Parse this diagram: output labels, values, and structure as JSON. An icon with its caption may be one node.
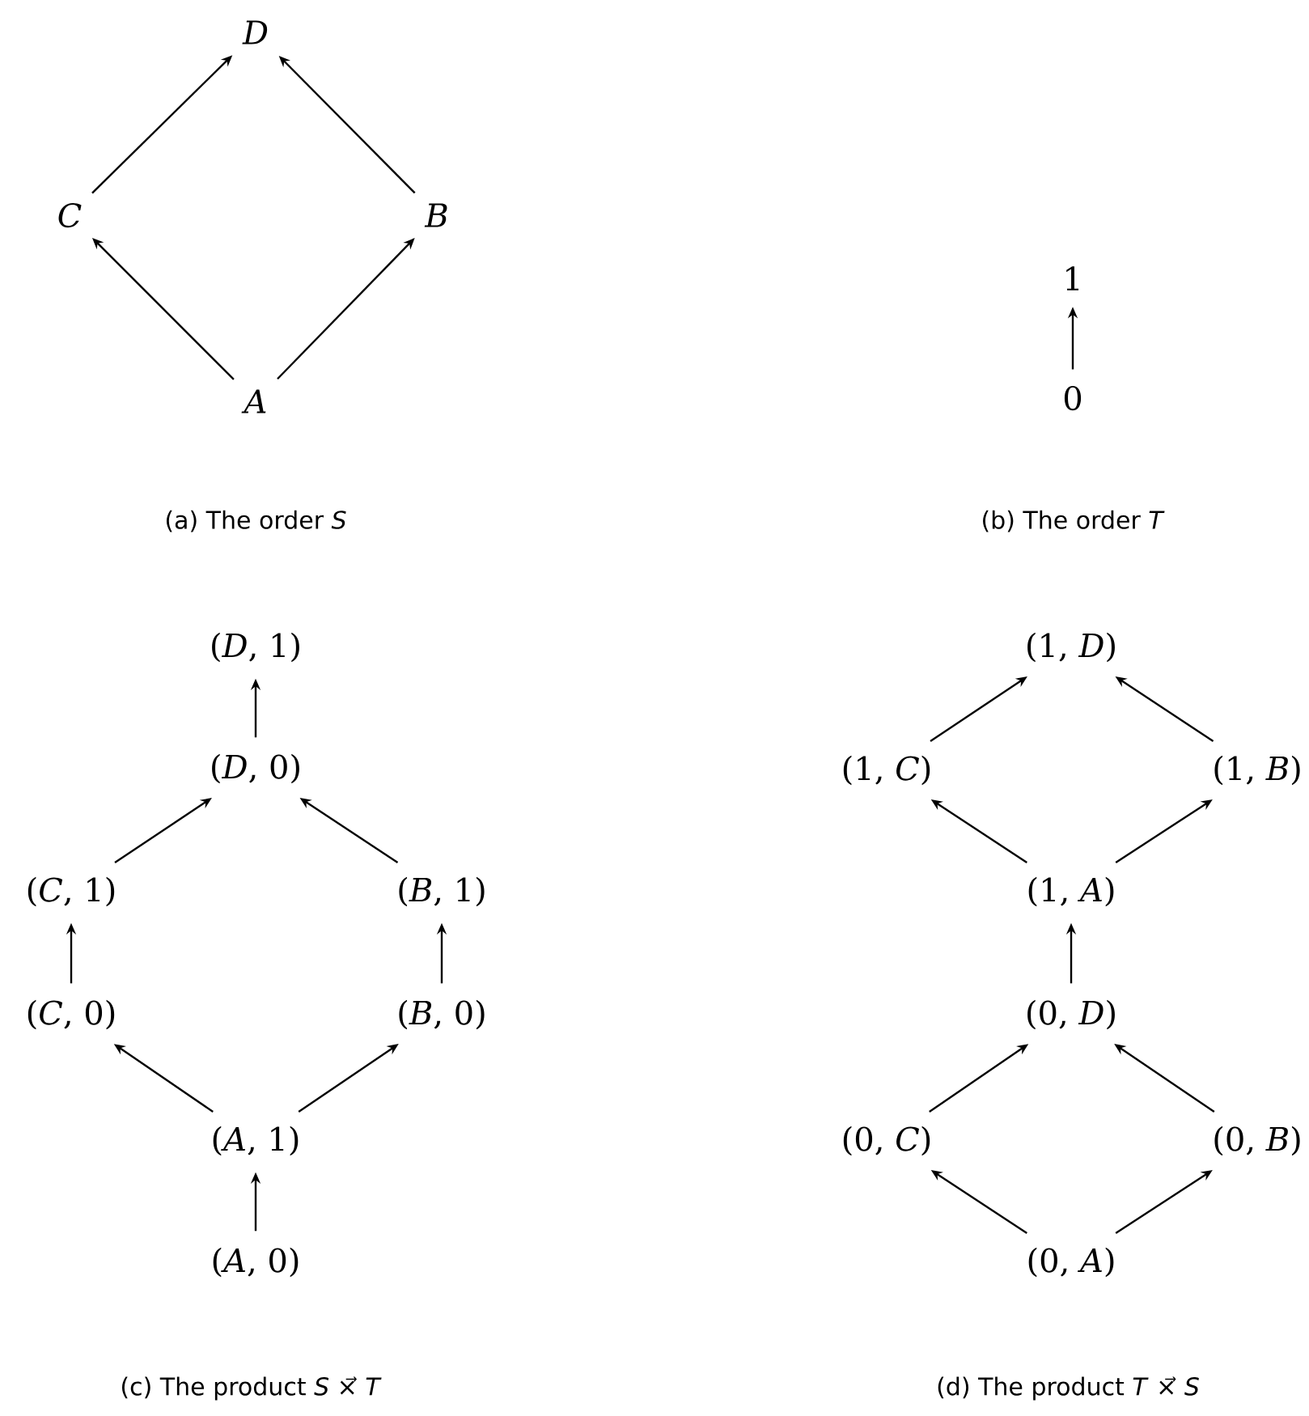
{
  "diagram": {
    "nodes": [
      {
        "text": [
          "D"
        ]
      },
      {
        "text": [
          "C"
        ]
      },
      {
        "text": [
          "B"
        ]
      },
      {
        "text": [
          "A"
        ]
      },
      {
        "text": [
          "1"
        ]
      },
      {
        "text": [
          "0"
        ]
      },
      {
        "text": [
          "(*D*, 1)"
        ]
      },
      {
        "text": [
          "(*D*, 0)"
        ]
      },
      {
        "text": [
          "(*C*, 1)"
        ]
      },
      {
        "text": [
          "(*B*, 1)"
        ]
      },
      {
        "text": [
          "(*C*, 0)"
        ]
      },
      {
        "text": [
          "(*B*, 0)"
        ]
      },
      {
        "text": [
          "(*A*, 1)"
        ]
      },
      {
        "text": [
          "(*A*, 0)"
        ]
      },
      {
        "text": [
          "(1, *D*)"
        ]
      },
      {
        "text": [
          "(1, *C*)"
        ]
      },
      {
        "text": [
          "(1, *B*)"
        ]
      },
      {
        "text": [
          "(1, *A*)"
        ]
      },
      {
        "text": [
          "(0, *D*)"
        ]
      },
      {
        "text": [
          "(0, *C*)"
        ]
      },
      {
        "text": [
          "(0, *B*)"
        ]
      },
      {
        "text": [
          "(0, *A*)"
        ]
      }
    ],
    "edges": [
      {
        "from": 3,
        "to": 1,
        "arrow": "to"
      },
      {
        "from": 3,
        "to": 2,
        "arrow": "to"
      },
      {
        "from": 1,
        "to": 0,
        "arrow": "to"
      },
      {
        "from": 2,
        "to": 0,
        "arrow": "to"
      },
      {
        "from": 5,
        "to": 4,
        "arrow": "to"
      },
      {
        "from": 13,
        "to": 12,
        "arrow": "to"
      },
      {
        "from": 12,
        "to": 10,
        "arrow": "to"
      },
      {
        "from": 12,
        "to": 11,
        "arrow": "to"
      },
      {
        "from": 10,
        "to": 8,
        "arrow": "to"
      },
      {
        "from": 11,
        "to": 9,
        "arrow": "to"
      },
      {
        "from": 8,
        "to": 7,
        "arrow": "to"
      },
      {
        "from": 9,
        "to": 7,
        "arrow": "to"
      },
      {
        "from": 7,
        "to": 6,
        "arrow": "to"
      },
      {
        "from": 21,
        "to": 19,
        "arrow": "to"
      },
      {
        "from": 21,
        "to": 20,
        "arrow": "to"
      },
      {
        "from": 19,
        "to": 18,
        "arrow": "to"
      },
      {
        "from": 20,
        "to": 18,
        "arrow": "to"
      },
      {
        "from": 18,
        "to": 17,
        "arrow": "to"
      },
      {
        "from": 17,
        "to": 15,
        "arrow": "to"
      },
      {
        "from": 17,
        "to": 16,
        "arrow": "to"
      },
      {
        "from": 15,
        "to": 14,
        "arrow": "to"
      },
      {
        "from": 16,
        "to": 14,
        "arrow": "to"
      }
    ],
    "labels": [
      "(a) The order *S*",
      "(b) The order *T*",
      "(c) The product *S* ×⃗ *T*",
      "(d) The product *T* ×⃗ *S*"
    ]
  }
}
